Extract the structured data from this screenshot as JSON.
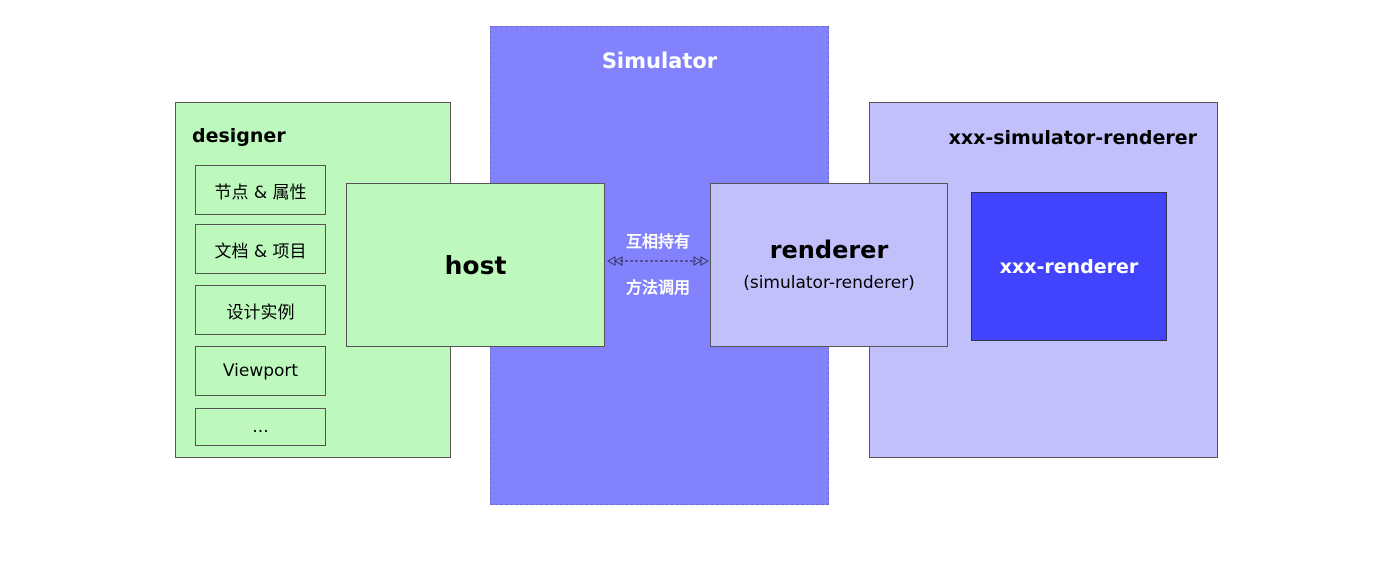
{
  "simulator": {
    "title": "Simulator"
  },
  "designer": {
    "title": "designer",
    "items": [
      "节点 & 属性",
      "文档 & 项目",
      "设计实例",
      "Viewport",
      "..."
    ]
  },
  "host": {
    "label": "host"
  },
  "connector": {
    "top_label": "互相持有",
    "bottom_label": "方法调用"
  },
  "renderer": {
    "title": "renderer",
    "subtitle": "(simulator-renderer)"
  },
  "xxx_simulator_renderer": {
    "title": "xxx-simulator-renderer"
  },
  "xxx_renderer": {
    "label": "xxx-renderer"
  },
  "colors": {
    "simulator_bg": "#8282fd",
    "designer_bg": "#bdf8bc",
    "renderer_bg": "#c1c0fb",
    "xxx_renderer_bg": "#4144fc"
  }
}
